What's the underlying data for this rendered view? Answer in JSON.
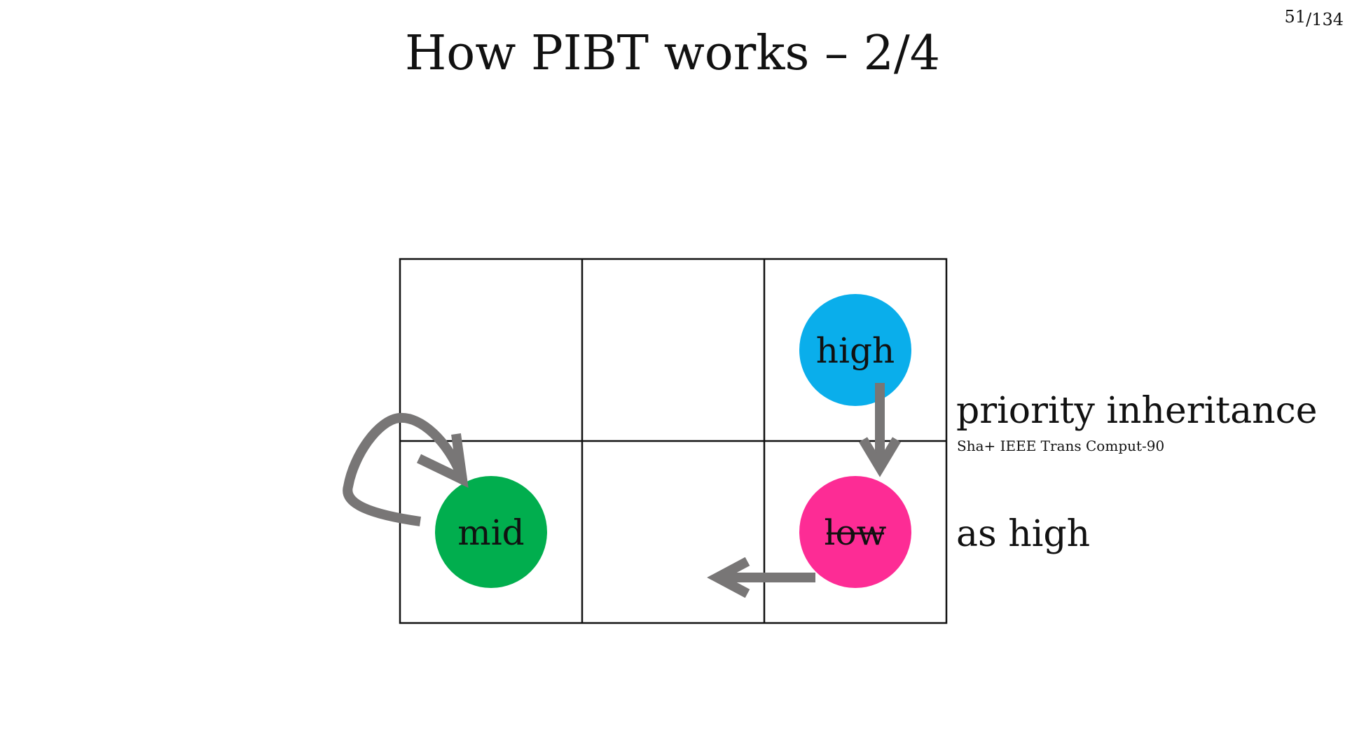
{
  "slide": {
    "title": "How PIBT works – 2/4",
    "page_current": "51",
    "page_separator": "/",
    "page_total": "134"
  },
  "agents": {
    "high": {
      "label": "high",
      "color": "#0AAEEB",
      "struck": false
    },
    "mid": {
      "label": "mid",
      "color": "#01AE4E",
      "struck": false
    },
    "low": {
      "label": "low",
      "color": "#FD2C95",
      "struck": true
    }
  },
  "annotations": {
    "inheritance": "priority inheritance",
    "citation": "Sha+ IEEE Trans Comput-90",
    "as_high": "as high"
  },
  "colors": {
    "arrow": "#787676",
    "grid_line": "#111111"
  },
  "grid": {
    "rows": 2,
    "cols": 3
  }
}
